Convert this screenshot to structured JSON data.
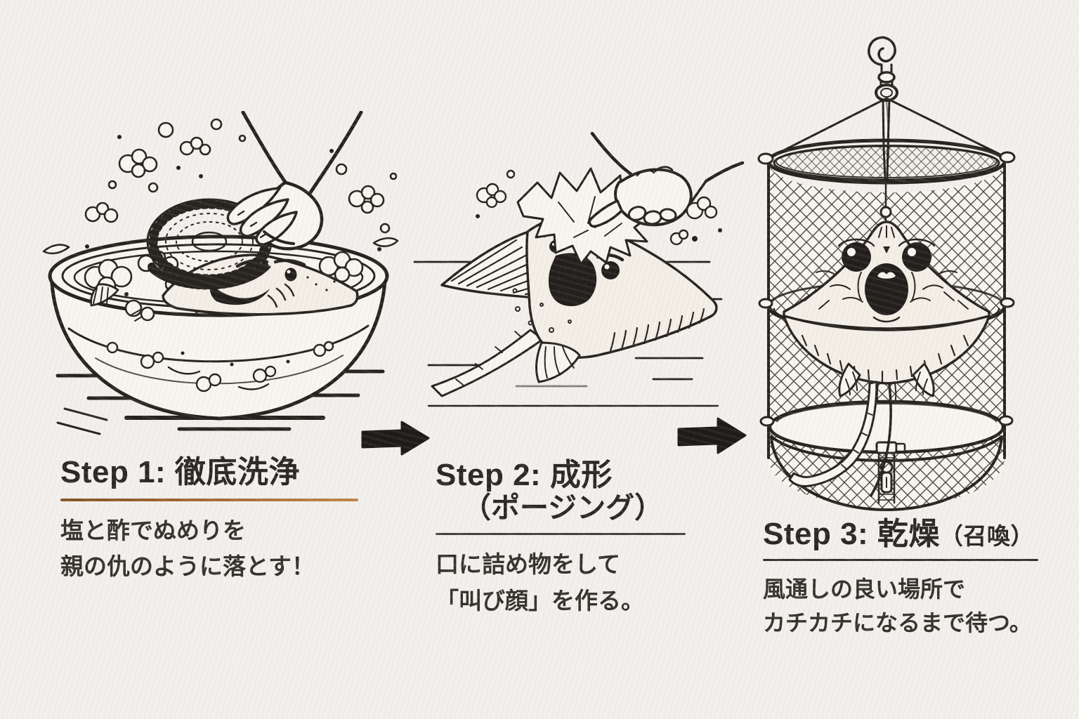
{
  "canvas": {
    "background": "#f2f0ec",
    "ink": "#26231f",
    "paper_fill": "#f8f5f0"
  },
  "steps": [
    {
      "heading": "Step 1: 徹底洗浄",
      "divider_color": "#a96b33",
      "body_lines": [
        "塩と酢でぬめりを",
        "親の仇のように落とす！"
      ],
      "illustration": "ray-face-scrubbed-in-sudsy-bowl"
    },
    {
      "heading": "Step 2: 成形",
      "heading_line2": "（ポージング）",
      "divider_color": "#41403d",
      "body_lines": [
        "口に詰め物をして",
        "「叫び顔」を作る。"
      ],
      "illustration": "hand-stuffing-crumpled-paper-into-ray-mouth"
    },
    {
      "heading": "Step 3: 乾燥",
      "heading_paren": "（召喚）",
      "divider_color": "#34322f",
      "body_lines": [
        "風通しの良い場所で",
        "カチカチになるまで待つ。"
      ],
      "illustration": "screaming-ray-hanging-in-drying-net"
    }
  ],
  "arrows": [
    {
      "name": "arrow-step1-to-step2"
    },
    {
      "name": "arrow-step2-to-step3"
    }
  ]
}
